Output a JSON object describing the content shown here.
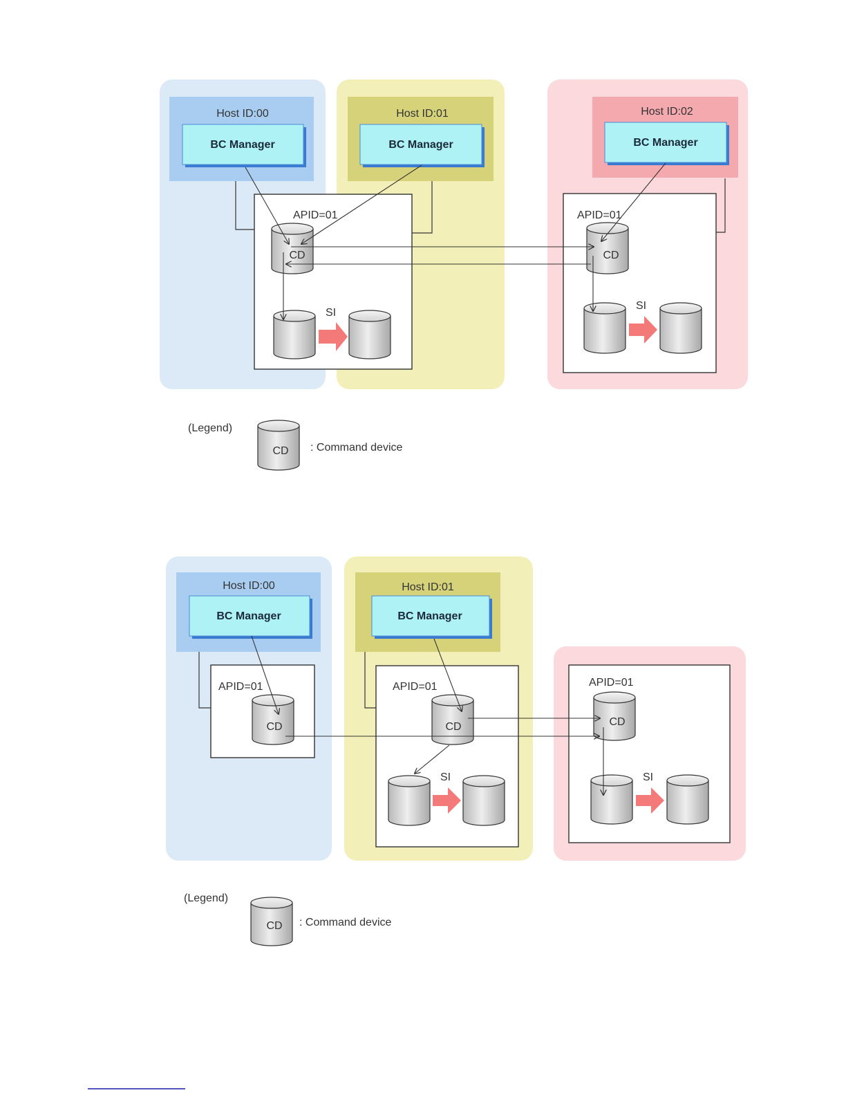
{
  "colors": {
    "host00_outer": "#dceaf8",
    "host00_inner": "#a9cdf0",
    "host01_outer": "#f2f0b8",
    "host01_inner": "#d6d27a",
    "host02_outer": "#fbd9dc",
    "host02_inner": "#f4a9ae",
    "manager_fill": "#aef2f6",
    "manager_shadow": "#3a7ad0",
    "si_arrow": "#f47a7a",
    "footer_rule": "#1a1aa8"
  },
  "diagram1": {
    "hosts": [
      {
        "id": "host-00",
        "label": "Host ID:00",
        "manager": "BC Manager"
      },
      {
        "id": "host-01",
        "label": "Host ID:01",
        "manager": "BC Manager"
      },
      {
        "id": "host-02",
        "label": "Host ID:02",
        "manager": "BC Manager"
      }
    ],
    "storages": [
      {
        "apid": "APID=01",
        "cd": "CD",
        "si": "SI"
      },
      {
        "apid": "APID=01",
        "cd": "CD",
        "si": "SI"
      }
    ],
    "legend": {
      "title": "(Legend)",
      "cd": "CD",
      "description": ": Command device"
    }
  },
  "diagram2": {
    "hosts": [
      {
        "id": "host-00",
        "label": "Host ID:00",
        "manager": "BC Manager"
      },
      {
        "id": "host-01",
        "label": "Host ID:01",
        "manager": "BC Manager"
      }
    ],
    "storages": [
      {
        "apid": "APID=01",
        "cd": "CD"
      },
      {
        "apid": "APID=01",
        "cd": "CD",
        "si": "SI"
      },
      {
        "apid": "APID=01",
        "cd": "CD",
        "si": "SI"
      }
    ],
    "legend": {
      "title": "(Legend)",
      "cd": "CD",
      "description": ": Command device"
    }
  }
}
